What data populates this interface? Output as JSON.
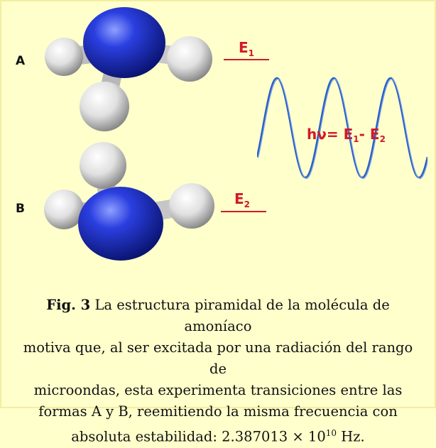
{
  "labels": {
    "a": "A",
    "b": "B"
  },
  "energy": {
    "e1_base": "E",
    "e1_sub": "1",
    "e2_base": "E",
    "e2_sub": "2"
  },
  "wave_formula": {
    "hv": "hν",
    "eq": "= E",
    "sub1": "1",
    "minus": "- E",
    "sub2": "2"
  },
  "caption": {
    "fig": "Fig. 3",
    "line1": " La estructura piramidal de la molécula de amoníaco",
    "line2": "motiva que, al ser excitada por una radiación del rango de",
    "line3": "microondas, esta experimenta transiciones entre las",
    "line4": "formas A y B, reemitiendo la misma frecuencia con",
    "line5_pre": "absoluta estabilidad: 2.387013 × 10",
    "line5_exp": "10",
    "line5_post": " Hz."
  },
  "colors": {
    "background": "#ffffcc",
    "nitrogen": "#1a2fc9",
    "hydrogen": "#e8e8e8",
    "energy_red": "#d01a2a",
    "wave_blue": "#2a5fc4"
  },
  "icons": {
    "molecule_a": "ammonia-molecule-form-a",
    "molecule_b": "ammonia-molecule-form-b",
    "wave": "microwave-sine-wave"
  }
}
